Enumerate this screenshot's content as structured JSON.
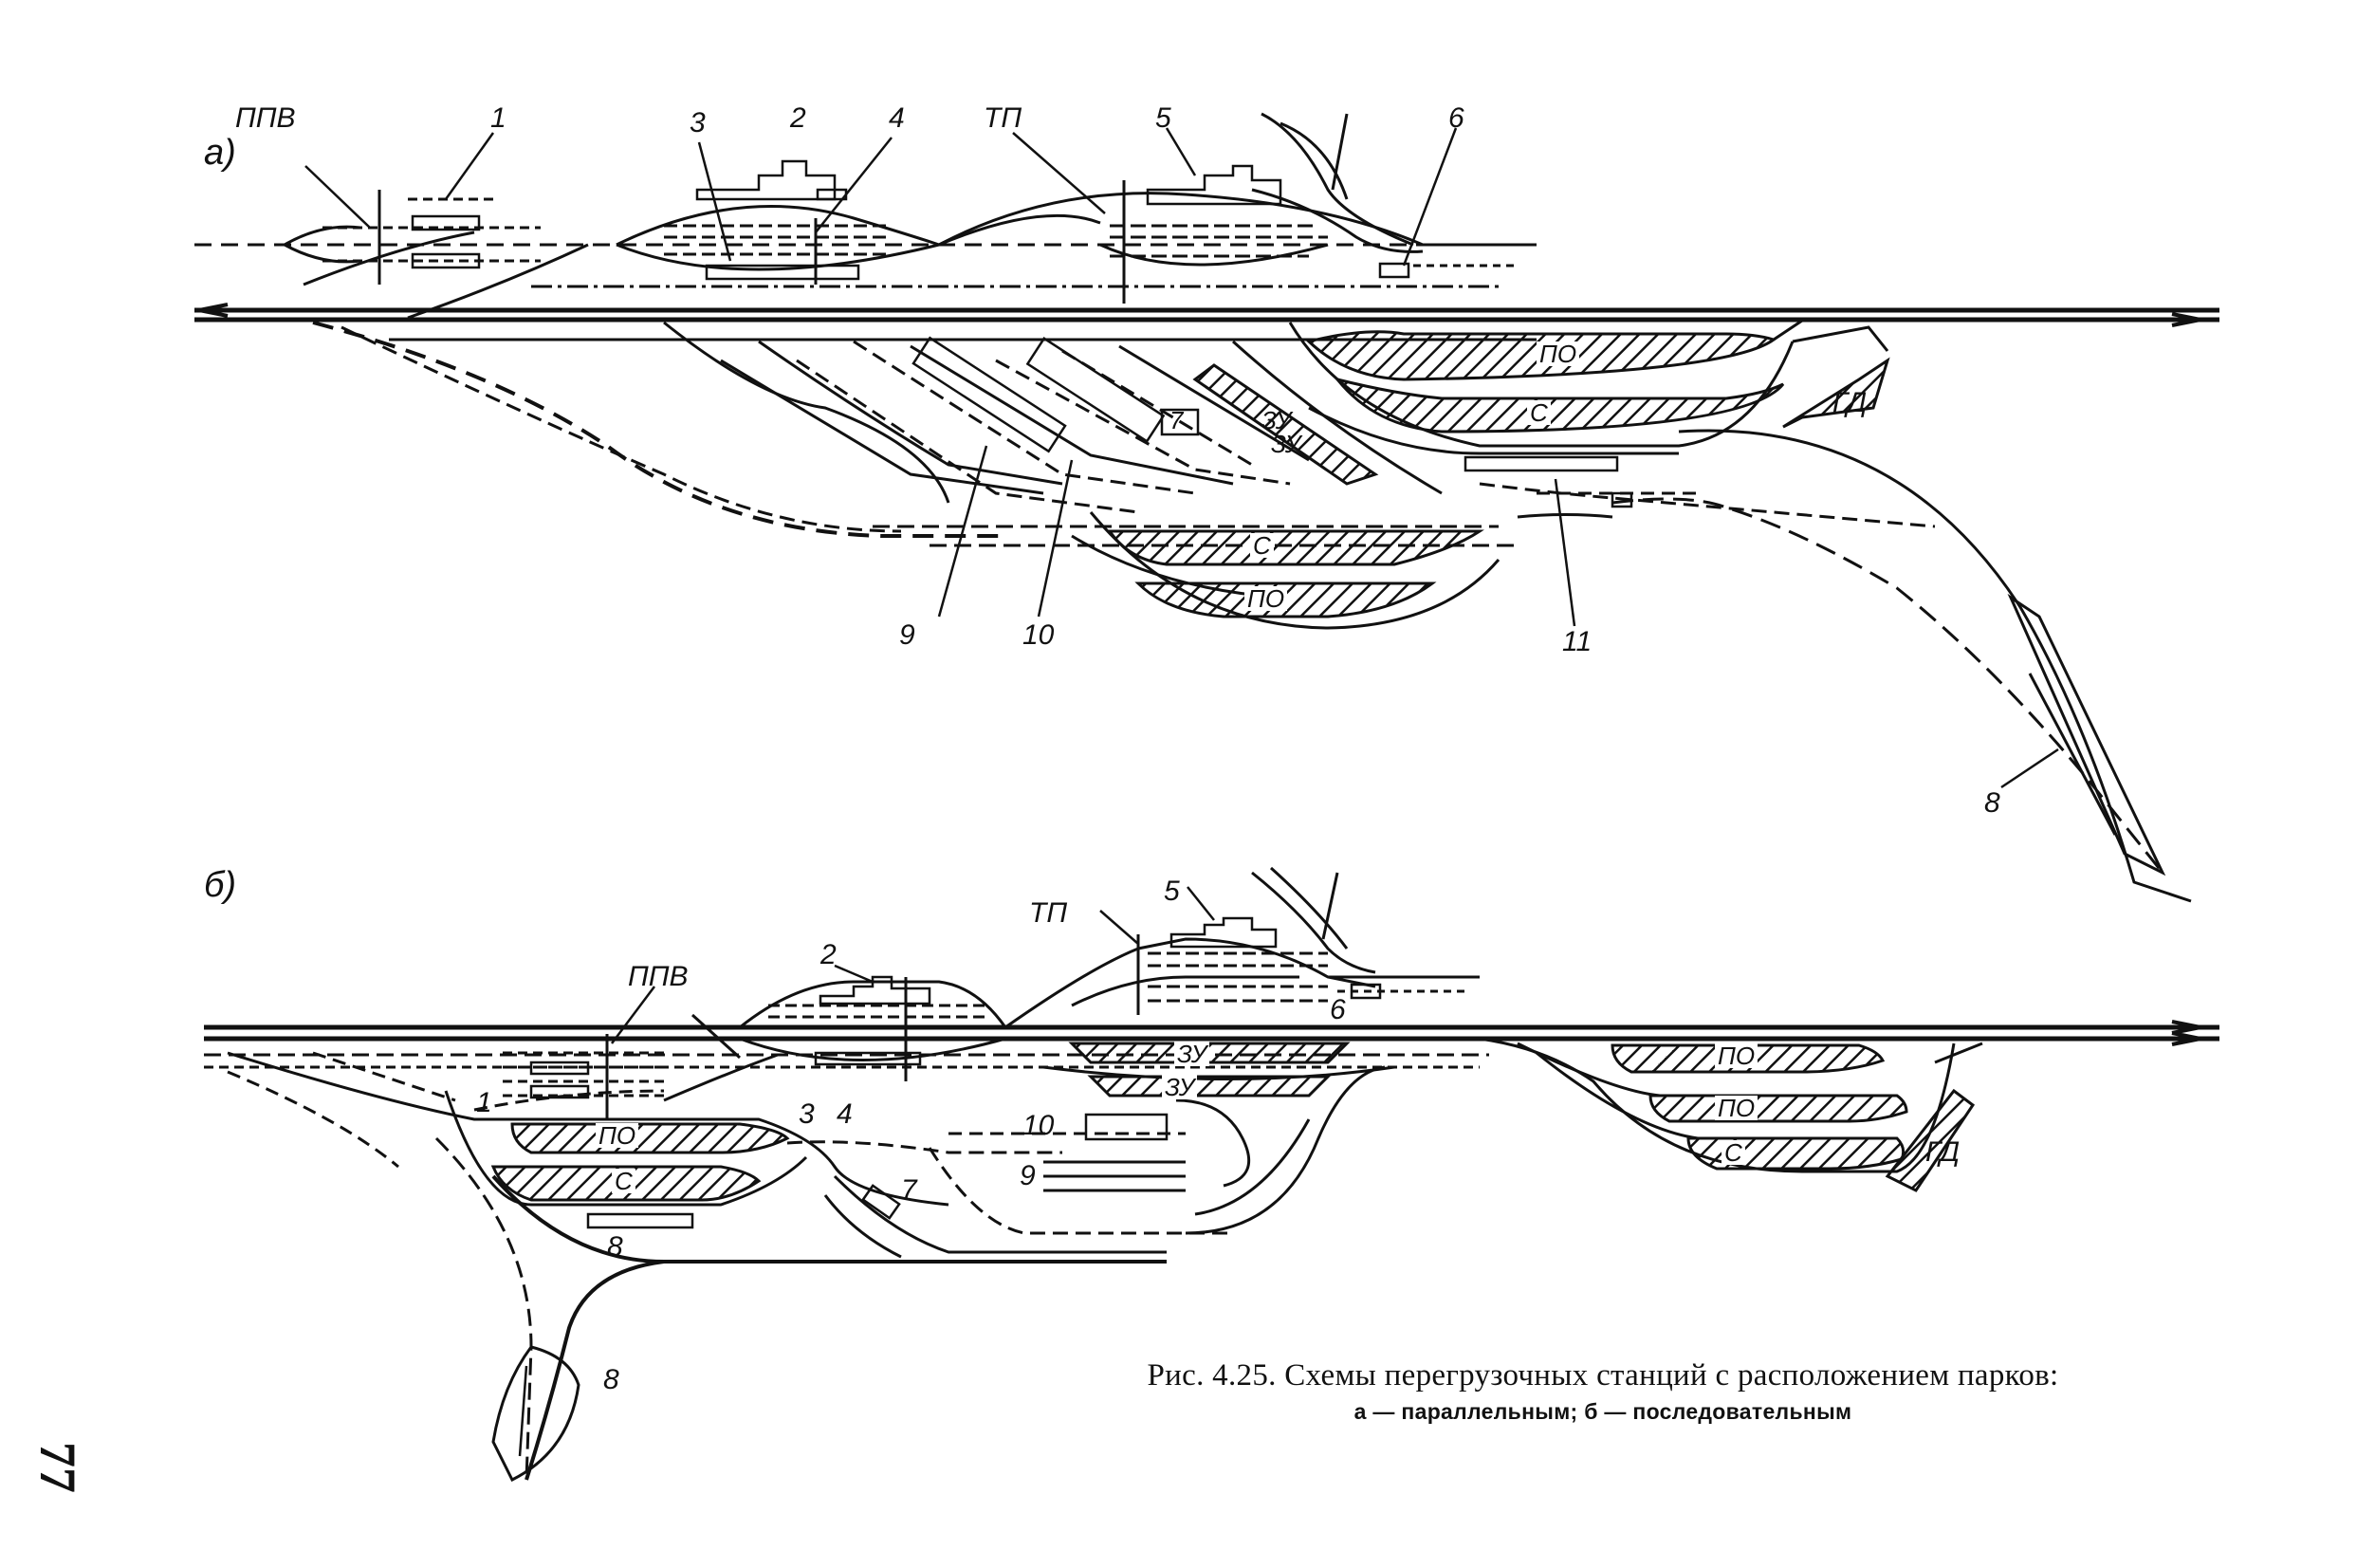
{
  "diagram_a": {
    "part_label": "а)",
    "labels": {
      "ppv": "ППВ",
      "n1": "1",
      "n2": "2",
      "n3": "3",
      "n4": "4",
      "tp": "ТП",
      "n5": "5",
      "n6": "6",
      "po_top": "ПО",
      "s_top": "С",
      "gd": "ГД",
      "zu1": "ЗУ",
      "zu2": "ЗУ",
      "n7": "7",
      "n9": "9",
      "n10": "10",
      "s_bottom": "С",
      "po_bottom": "ПО",
      "n11": "11",
      "n8": "8"
    }
  },
  "diagram_b": {
    "part_label": "б)",
    "labels": {
      "ppv": "ППВ",
      "n1": "1",
      "n2": "2",
      "n3": "3",
      "n4": "4",
      "tp": "ТП",
      "n5": "5",
      "n6": "6",
      "zu1": "ЗУ",
      "zu2": "ЗУ",
      "po_left": "ПО",
      "s_left": "С",
      "n10": "10",
      "n9": "9",
      "n7": "7",
      "n8a": "8",
      "n8b": "8",
      "po1": "ПО",
      "po2": "ПО",
      "s_right": "С",
      "gd": "ГД"
    }
  },
  "caption": {
    "title": "Рис. 4.25. Схемы перегрузочных станций с расположением парков:",
    "subtitle": "а — параллельным; б — последовательным"
  },
  "page_number": "77"
}
